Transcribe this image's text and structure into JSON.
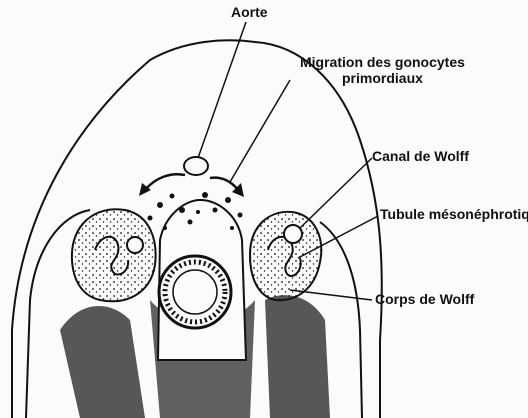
{
  "labels": {
    "aorte": "Aorte",
    "migration_line1": "Migration des gonocytes",
    "migration_line2": "primordiaux",
    "canal_wolff": "Canal de Wolff",
    "tubule": "Tubule mésonéphrotique",
    "corps_wolff": "Corps de Wolff"
  },
  "colors": {
    "ink": "#111111",
    "paper": "#fbfbfb",
    "shade": "#3a3a3a"
  }
}
